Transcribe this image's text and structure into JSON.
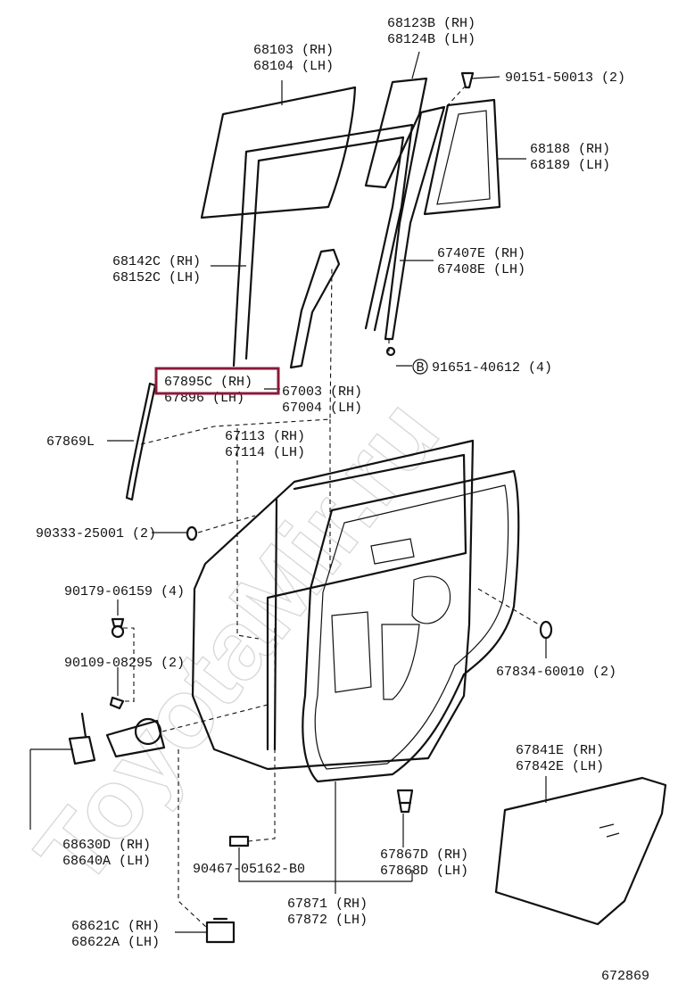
{
  "diagram_id": "672869",
  "watermark": "ToyotaMir.ru",
  "highlight_color": "#8b1a3a",
  "highlighted": "p-67895c",
  "parts": [
    {
      "id": "p-68103",
      "line1": "68103 (RH)",
      "line2": "68104 (LH)"
    },
    {
      "id": "p-68123b",
      "line1": "68123B (RH)",
      "line2": "68124B (LH)"
    },
    {
      "id": "p-90151",
      "line1": "90151-50013 (2)",
      "line2": ""
    },
    {
      "id": "p-68188",
      "line1": "68188 (RH)",
      "line2": "68189 (LH)"
    },
    {
      "id": "p-68142c",
      "line1": "68142C (RH)",
      "line2": "68152C (LH)"
    },
    {
      "id": "p-67407e",
      "line1": "67407E (RH)",
      "line2": "67408E (LH)"
    },
    {
      "id": "p-91651",
      "line1": "91651-40612 (4)",
      "line2": ""
    },
    {
      "id": "p-67895c",
      "line1": "67895C (RH)",
      "line2": "67896  (LH)"
    },
    {
      "id": "p-67003",
      "line1": "67003 (RH)",
      "line2": "67004 (LH)"
    },
    {
      "id": "p-67869l",
      "line1": "67869L",
      "line2": ""
    },
    {
      "id": "p-67113",
      "line1": "67113 (RH)",
      "line2": "67114 (LH)"
    },
    {
      "id": "p-90333",
      "line1": "90333-25001 (2)",
      "line2": ""
    },
    {
      "id": "p-90179",
      "line1": "90179-06159 (4)",
      "line2": ""
    },
    {
      "id": "p-90109",
      "line1": "90109-08295 (2)",
      "line2": ""
    },
    {
      "id": "p-67834",
      "line1": "67834-60010 (2)",
      "line2": ""
    },
    {
      "id": "p-67841e",
      "line1": "67841E (RH)",
      "line2": "67842E (LH)"
    },
    {
      "id": "p-68630d",
      "line1": "68630D (RH)",
      "line2": "68640A (LH)"
    },
    {
      "id": "p-67867d",
      "line1": "67867D (RH)",
      "line2": "67868D (LH)"
    },
    {
      "id": "p-90467",
      "line1": "90467-05162-B0",
      "line2": ""
    },
    {
      "id": "p-67871",
      "line1": "67871 (RH)",
      "line2": "67872 (LH)"
    },
    {
      "id": "p-68621c",
      "line1": "68621C (RH)",
      "line2": "68622A (LH)"
    }
  ],
  "callout_marker": "B"
}
